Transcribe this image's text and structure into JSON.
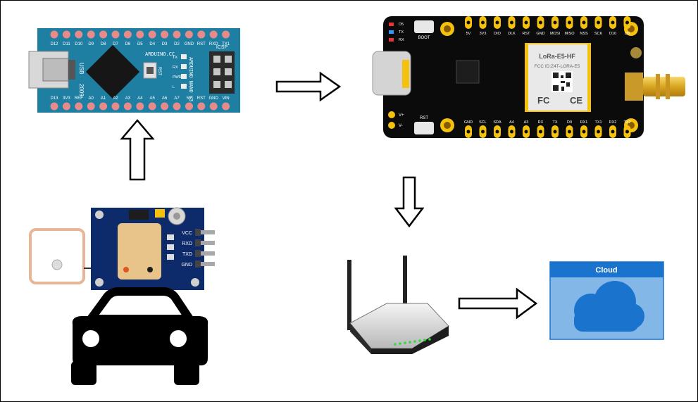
{
  "arduino": {
    "top_pins": [
      "D12",
      "D11",
      "D10",
      "D9",
      "D8",
      "D7",
      "D6",
      "D5",
      "D4",
      "D3",
      "D2",
      "GND",
      "RST",
      "RXD",
      "TX1"
    ],
    "bottom_pins": [
      "D13",
      "3V3",
      "REF",
      "A0",
      "A1",
      "A2",
      "A3",
      "A4",
      "A5",
      "A6",
      "A7",
      "5V",
      "RST",
      "GND",
      "VIN"
    ],
    "usb": "USB",
    "year": "2009",
    "brand": "ARDUINO.CC",
    "model": "ARDUINO NANO V3.0",
    "rst": "RST",
    "icsp": "ICSP",
    "leds": [
      "TX",
      "RX",
      "PWR",
      "L"
    ]
  },
  "lora": {
    "top_pins": [
      "5V",
      "3V3",
      "DIO",
      "DLK",
      "RST",
      "GND",
      "MOSI",
      "MISO",
      "NSS",
      "SCK",
      "D10",
      "D9"
    ],
    "bottom_pins": [
      "GND",
      "SCL",
      "SDA",
      "A4",
      "A3",
      "RX",
      "TX",
      "D0",
      "RX1",
      "TX1",
      "RX2",
      "TX2"
    ],
    "leds": [
      "D5",
      "TX",
      "RX"
    ],
    "boot": "BOOT",
    "rst": "RST",
    "power": [
      "V+",
      "V-"
    ],
    "module_name": "LoRa-E5-HF",
    "fcc": "FCC ID:Z4T-LORA-E5",
    "marks": [
      "FC",
      "CE"
    ]
  },
  "gps": {
    "pins": [
      "VCC",
      "RXD",
      "TXD",
      "GND"
    ]
  },
  "cloud": {
    "title": "Cloud"
  },
  "colors": {
    "arduino_board": "#1f7fa3",
    "lora_board": "#0b0b0b",
    "gold_pad": "#f4c20d",
    "gps_board": "#0d2a6b",
    "cloud_fill": "#82b7e8",
    "cloud_header": "#1a73cc"
  },
  "icons": [
    "arduino-nano-board-icon",
    "lora-e5-board-icon",
    "gps-module-icon",
    "gps-antenna-icon",
    "car-icon",
    "wifi-router-icon",
    "cloud-icon"
  ]
}
